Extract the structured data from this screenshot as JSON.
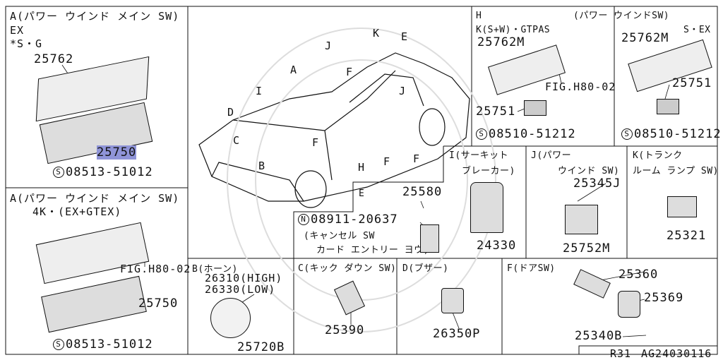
{
  "panel_a_top": {
    "title": "A(パワー ウインド メイン SW)",
    "line2": "EX",
    "line3": "*S・G",
    "part_cover": "25762",
    "part_switch": "25750",
    "screw_sym": "S",
    "screw": "08513-51012"
  },
  "panel_a_bottom": {
    "title": "A(パワー ウインド メイン SW)",
    "line2": "4K・(EX+GTEX)",
    "fig": "FIG.H80-02",
    "part_switch": "25750",
    "screw_sym": "S",
    "screw": "08513-51012"
  },
  "car": {
    "labels": [
      "A",
      "B",
      "C",
      "D",
      "E",
      "F",
      "F",
      "F",
      "F",
      "H",
      "I",
      "J",
      "J",
      "K"
    ]
  },
  "panel_h": {
    "h": "H",
    "title": "(パワー ウインドSW)",
    "sub": "K(S+W)・GTPAS",
    "part_cover": "25762M",
    "fig": "FIG.H80-02",
    "part_switch": "25751",
    "screw_sym": "S",
    "screw": "08510-51212"
  },
  "panel_s": {
    "title": "S・EX",
    "part_cover": "25762M",
    "part_switch": "25751",
    "screw_sym": "S",
    "screw": "08510-51212"
  },
  "panel_e": {
    "title": "E",
    "part_a": "25580",
    "nut_sym": "N",
    "nut": "08911-20637",
    "desc1": "(キャンセル SW",
    "desc2": "カード エントリー ヨウ)"
  },
  "panel_i": {
    "title1": "I(サーキット",
    "title2": "ブレーカー)",
    "part": "24330"
  },
  "panel_j": {
    "title1": "J(パワー",
    "title2": "ウインド SW)",
    "part_a": "25345J",
    "part_b": "25752M"
  },
  "panel_k": {
    "title1": "K(トランク",
    "title2": "ルーム ランプ SW)",
    "part": "25321"
  },
  "panel_b": {
    "title": "B(ホーン)",
    "line1": "26310(HIGH)",
    "line2": "26330(LOW)",
    "part": "25720B"
  },
  "panel_c": {
    "title": "C(キック ダウン SW)",
    "part": "25390"
  },
  "panel_d": {
    "title": "D(ブザー)",
    "part": "26350P"
  },
  "panel_f": {
    "title": "F(ドアSW)",
    "part_a": "25360",
    "part_b": "25369",
    "part_c": "25340B"
  },
  "footer": {
    "model": "R31",
    "code": "AG24030116"
  }
}
